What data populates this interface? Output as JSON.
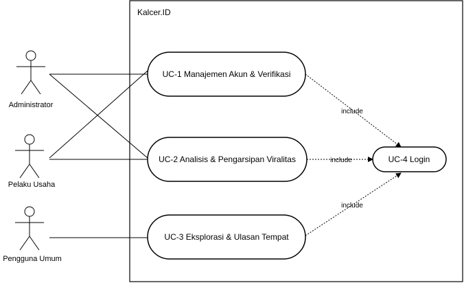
{
  "system": {
    "title": "Kalcer.ID"
  },
  "actors": {
    "admin": "Administrator",
    "business": "Pelaku Usaha",
    "public": "Pengguna Umum"
  },
  "use_cases": {
    "uc1": "UC-1 Manajemen Akun & Verifikasi",
    "uc2": "UC-2 Analisis & Pengarsipan Viralitas",
    "uc3": "UC-3 Eksplorasi & Ulasan Tempat",
    "uc4": "UC-4 Login"
  },
  "relations": {
    "include1": "include",
    "include2": "include",
    "include3": "include"
  }
}
